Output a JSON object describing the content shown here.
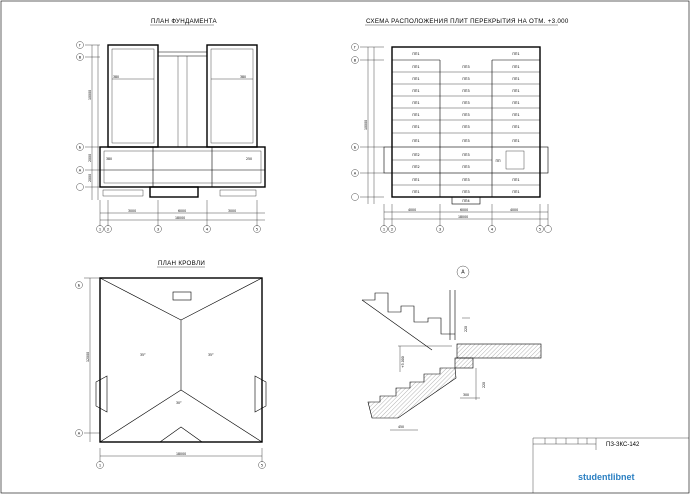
{
  "sheet": {
    "foundation_plan_title": "ПЛАН ФУНДАМЕНТА",
    "slab_scheme_title": "СХЕМА РАСПОЛОЖЕНИЯ ПЛИТ ПЕРЕКРЫТИЯ НА ОТМ. +3.000",
    "roof_plan_title": "ПЛАН КРОВЛИ",
    "detail_marker": "А",
    "stamp_code": "ПЗ-ЗКС-142",
    "watermark": "studentlibnet"
  },
  "foundation": {
    "axis_letters": [
      "Г",
      "В",
      "Б",
      "А"
    ],
    "axis_numbers": [
      "1",
      "2",
      "3",
      "4",
      "5"
    ],
    "dims": {
      "total": "18000",
      "seg_a": "3000",
      "seg_b": "6000",
      "seg_c": "3000",
      "height": "10000",
      "h1": "2000",
      "h2": "2000",
      "wall1": "380",
      "wall2": "380",
      "wall3": "380",
      "wall4": "250"
    }
  },
  "slabs": {
    "axis_letters": [
      "Г",
      "В",
      "Б",
      "А"
    ],
    "axis_numbers": [
      "1",
      "2",
      "3",
      "4",
      "5"
    ],
    "labels": {
      "p1": "ПП1",
      "p2": "ПП2",
      "p3": "ПП3",
      "p4": "ПП4",
      "pm": "ПП"
    },
    "dims": {
      "height": "10000",
      "span_mid": "6000",
      "span_side": "4000",
      "total": "18000"
    }
  },
  "roof": {
    "axis_letters": [
      "Б",
      "А"
    ],
    "axis_numbers": [
      "1",
      "5"
    ],
    "dims": {
      "width": "18000",
      "height": "12000"
    },
    "slope": "35°",
    "slope2": "30°"
  },
  "detail": {
    "dims": {
      "d1": "220",
      "d2": "300",
      "d3": "450",
      "d4": "220",
      "lvl": "+3.000"
    }
  }
}
